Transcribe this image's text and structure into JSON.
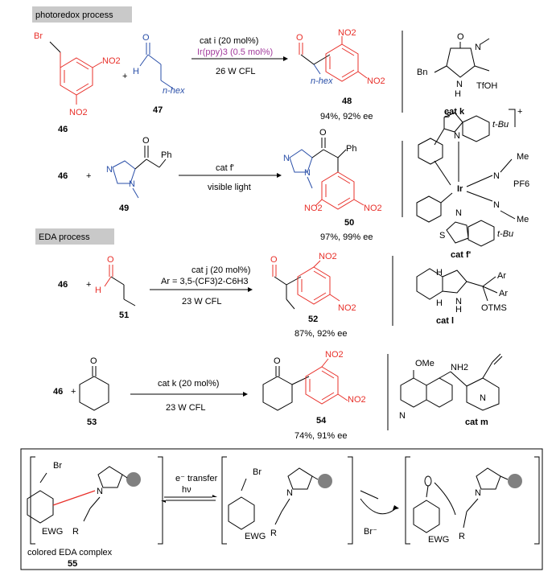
{
  "sections": {
    "photoredox": "photoredox process",
    "eda": "EDA process"
  },
  "r1": {
    "sub46": "46",
    "plus": "+",
    "sub47": "47",
    "nhex": "n-hex",
    "cond1": "cat i  (20 mol%)",
    "cond2": "Ir(ppy)3 (0.5 mol%)",
    "cond3": "26 W CFL",
    "prod": "48",
    "yield": "94%, 92% ee",
    "cat": "cat k",
    "cat_text": [
      "Bn",
      "N",
      "H",
      "TfOH",
      "O",
      "N"
    ]
  },
  "r2": {
    "sub46": "46",
    "plus": "+",
    "sub49": "49",
    "cond1": "cat f'",
    "cond2": "visible light",
    "prod": "50",
    "yield": "97%, 99% ee",
    "cat": "cat f'",
    "tbu": "t-Bu",
    "pf6": "PF6",
    "me": "Me",
    "ir": "Ir",
    "charge": "+"
  },
  "r3": {
    "sub46": "46",
    "plus": "+",
    "sub51": "51",
    "cond1": "cat j (20 mol%)",
    "cond2": "Ar = 3,5-(CF3)2-C6H3",
    "cond3": "23 W CFL",
    "prod": "52",
    "yield": "87%, 92% ee",
    "cat": "cat l",
    "otms": "OTMS",
    "ar": "Ar"
  },
  "r4": {
    "sub46": "46",
    "plus": "+",
    "sub53": "53",
    "cond1": "cat k  (20 mol%)",
    "cond2": "23 W CFL",
    "prod": "54",
    "yield": "74%, 91% ee",
    "cat": "cat m",
    "ome": "OMe",
    "nh2": "NH2"
  },
  "mech": {
    "arrow1": "e⁻ transfer",
    "arrow2": "hν",
    "br": "Br",
    "brm": "Br⁻",
    "ewg": "EWG",
    "r": "R",
    "label": "colored EDA complex",
    "num": "55"
  },
  "atoms": {
    "no2": "NO2",
    "o": "O",
    "h": "H",
    "n": "N",
    "s": "S",
    "ph": "Ph",
    "br": "Br"
  }
}
